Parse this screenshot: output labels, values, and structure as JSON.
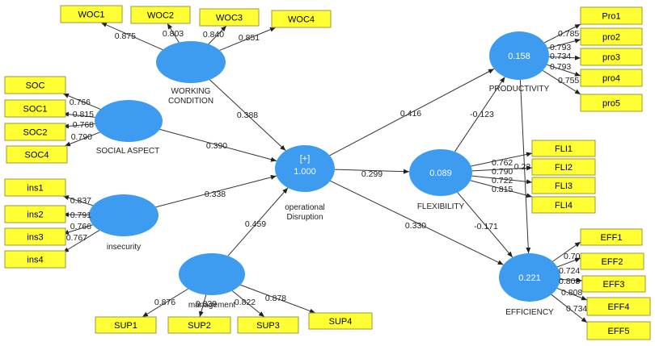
{
  "colors": {
    "latent": "#3d9cf0",
    "indicator": "#ffff33",
    "indicator_border": "#9a9a40",
    "edge": "#333333"
  },
  "latents": {
    "working_condition": {
      "label_lines": [
        "WORKING",
        "CONDITION"
      ]
    },
    "social_aspect": {
      "label_lines": [
        "SOCIAL ASPECT"
      ]
    },
    "insecurity": {
      "label_lines": [
        "insecurity"
      ]
    },
    "management": {
      "label_lines": [
        "management"
      ]
    },
    "operational_disruption": {
      "value": "1.000",
      "expand_marker": "[+]",
      "label_lines": [
        "operational",
        "Disruption"
      ]
    },
    "flexibility": {
      "value": "0.089",
      "label_lines": [
        "FLEXIBILITY"
      ]
    },
    "productivity": {
      "value": "0.158",
      "label_lines": [
        "PRODUCTIVITY"
      ]
    },
    "efficiency": {
      "value": "0.221",
      "label_lines": [
        "EFFICIENCY"
      ]
    }
  },
  "indicators": {
    "WOC1": "WOC1",
    "WOC2": "WOC2",
    "WOC3": "WOC3",
    "WOC4": "WOC4",
    "SOC": "SOC",
    "SOC1": "SOC1",
    "SOC2": "SOC2",
    "SOC4": "SOC4",
    "ins1": "ins1",
    "ins2": "ins2",
    "ins3": "ins3",
    "ins4": "ins4",
    "SUP1": "SUP1",
    "SUP2": "SUP2",
    "SUP3": "SUP3",
    "SUP4": "SUP4",
    "Pro1": "Pro1",
    "pro2": "pro2",
    "pro3": "pro3",
    "pro4": "pro4",
    "pro5": "pro5",
    "FLI1": "FLI1",
    "FLI2": "FLI2",
    "FLI3": "FLI3",
    "FLI4": "FLI4",
    "EFF1": "EFF1",
    "EFF2": "EFF2",
    "EFF3": "EFF3",
    "EFF4": "EFF4",
    "EFF5": "EFF5"
  },
  "outer_loadings": {
    "WOC1": "0.875",
    "WOC2": "0.803",
    "WOC3": "0.840",
    "WOC4": "0.851",
    "SOC": "0.766",
    "SOC1": "0.815",
    "SOC2": "0.768",
    "SOC4": "0.790",
    "ins1": "0.837",
    "ins2": "0.791",
    "ins3": "0.766",
    "ins4": "0.767",
    "SUP1": "0.876",
    "SUP2": "0.839",
    "SUP3": "0.822",
    "SUP4": "0.878",
    "Pro1": "0.785",
    "pro2": "0.793",
    "pro3": "0.734",
    "pro4": "0.793",
    "pro5": "0.755",
    "FLI1": "0.762",
    "FLI2": "0.790",
    "FLI3": "0.722",
    "FLI4": "0.815",
    "EFF1": "0.70",
    "EFF2": "0.724",
    "EFF3": "0.808",
    "EFF4": "0.808",
    "EFF5": "0.734"
  },
  "paths": {
    "wc_od": "0.388",
    "sa_od": "0.390",
    "ins_od": "0.338",
    "mgmt_od": "0.459",
    "od_flex": "0.299",
    "od_prod": "0.416",
    "od_eff": "0.330",
    "flex_prod": "-0.123",
    "flex_eff": "-0.171",
    "prod_eff": "0.23"
  }
}
